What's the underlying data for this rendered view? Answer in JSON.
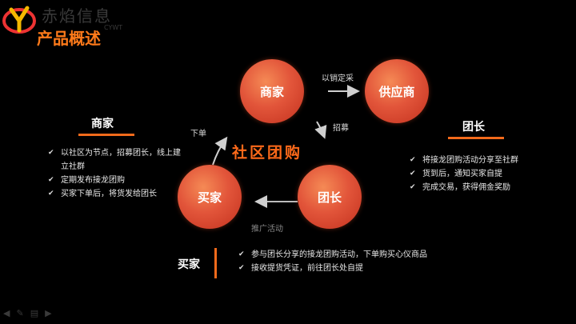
{
  "header": {
    "brand": "赤焰信息",
    "brand_sub": "CYWT",
    "title": "产品概述"
  },
  "center_title": "社区团购",
  "nodes": {
    "merchant": "商家",
    "supplier": "供应商",
    "leader": "团长",
    "buyer": "买家"
  },
  "flow_labels": {
    "merchant_to_supplier": "以销定采",
    "supplier_to_leader": "招募",
    "leader_to_buyer": "推广活动",
    "buyer_to_merchant": "下单"
  },
  "left_panel": {
    "heading": "商家",
    "items": [
      "以社区为节点，招募团长，线上建立社群",
      "定期发布接龙团购",
      "买家下单后，将货发给团长"
    ]
  },
  "right_panel": {
    "heading": "团长",
    "items": [
      "将接龙团购活动分享至社群",
      "货到后，通知买家自提",
      "完成交易，获得佣金奖励"
    ]
  },
  "bottom_panel": {
    "heading": "买家",
    "items": [
      "参与团长分享的接龙团购活动，下单购买心仪商品",
      "接收提货凭证，前往团长处自提"
    ]
  },
  "colors": {
    "accent": "#f26a1b",
    "node": "#e2553a",
    "title": "#ff7a1a"
  },
  "toolbar_icons": [
    "arrow-left-icon",
    "pen-icon",
    "menu-icon",
    "arrow-right-icon"
  ]
}
